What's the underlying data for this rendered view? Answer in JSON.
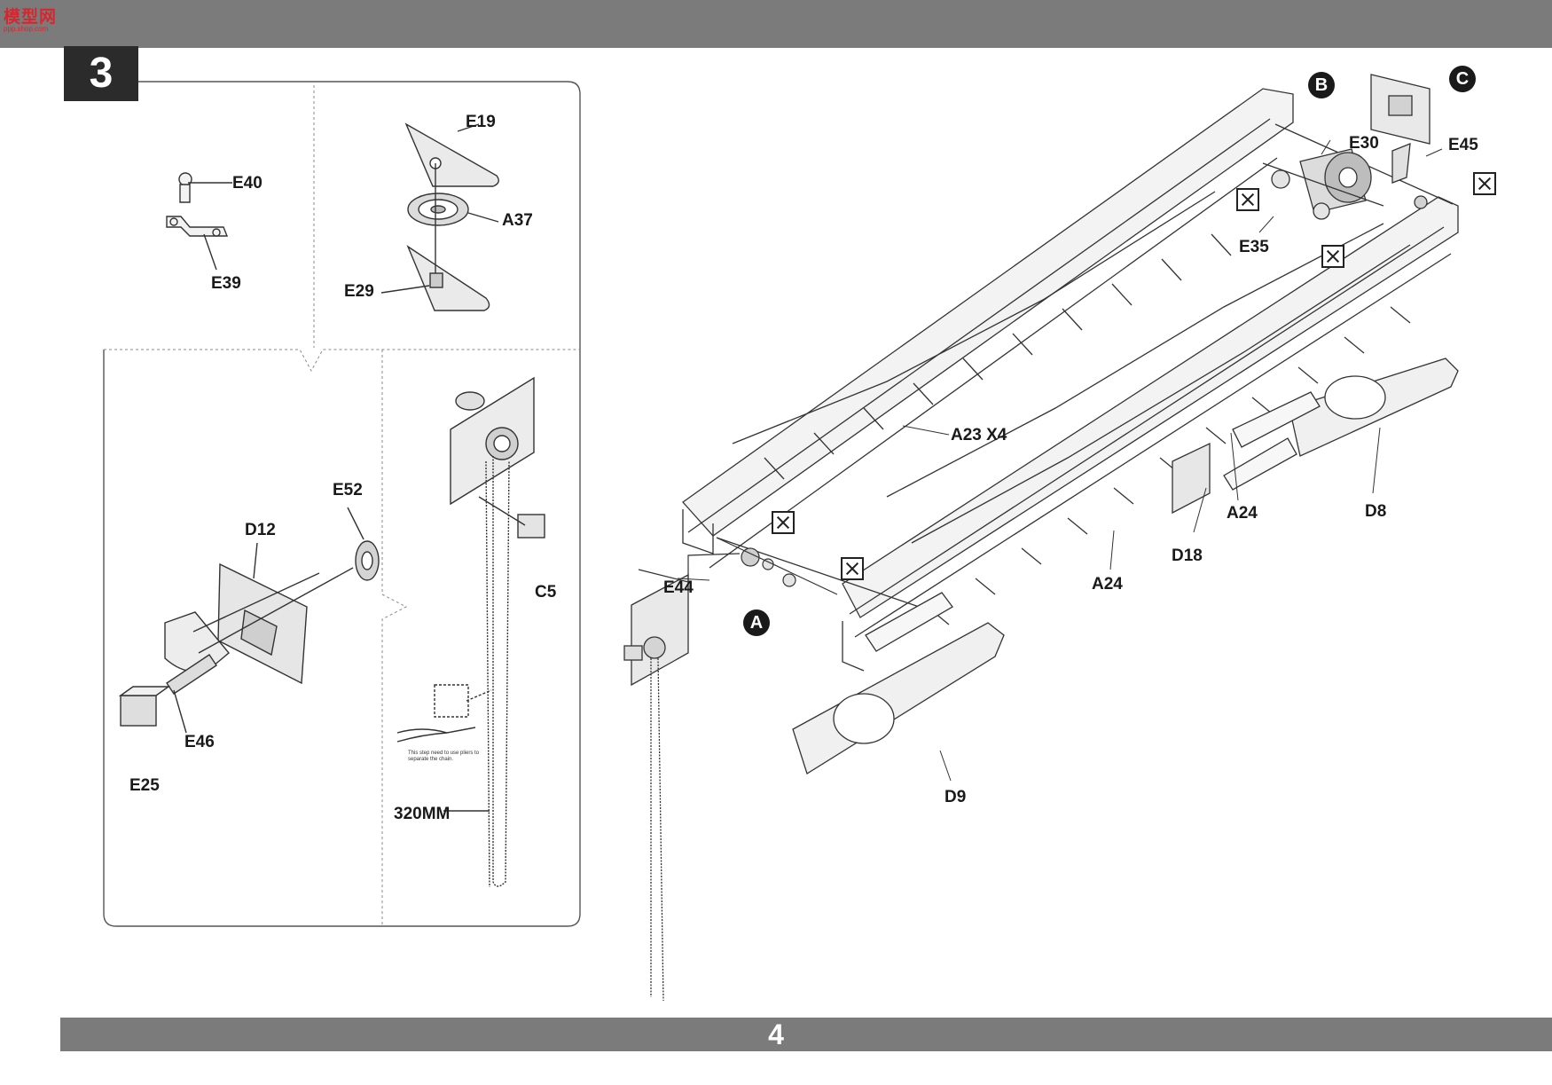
{
  "logo": {
    "text": "模型网",
    "subtext": "ppp.shop.com"
  },
  "step": {
    "number": "3"
  },
  "page": {
    "number": "4"
  },
  "inset_labels": {
    "e40": "E40",
    "e39": "E39",
    "e19": "E19",
    "a37": "A37",
    "e29": "E29",
    "e52": "E52",
    "d12": "D12",
    "e46": "E46",
    "e25": "E25",
    "c5": "C5",
    "chain_length": "320MM"
  },
  "chain_note": "This step need to use pliers to separate the chain.",
  "main_labels": {
    "a23x4": "A23 X4",
    "e44": "E44",
    "a24_left": "A24",
    "a24_right": "A24",
    "d18": "D18",
    "d8": "D8",
    "d9": "D9",
    "e30": "E30",
    "e45": "E45",
    "e35": "E35"
  },
  "callouts": {
    "a": "A",
    "b": "B",
    "c": "C"
  },
  "icons": [
    "no-cement-icon",
    "pliers-icon",
    "chain-icon",
    "pulley-icon",
    "gear-icon",
    "winch-drum-icon"
  ]
}
